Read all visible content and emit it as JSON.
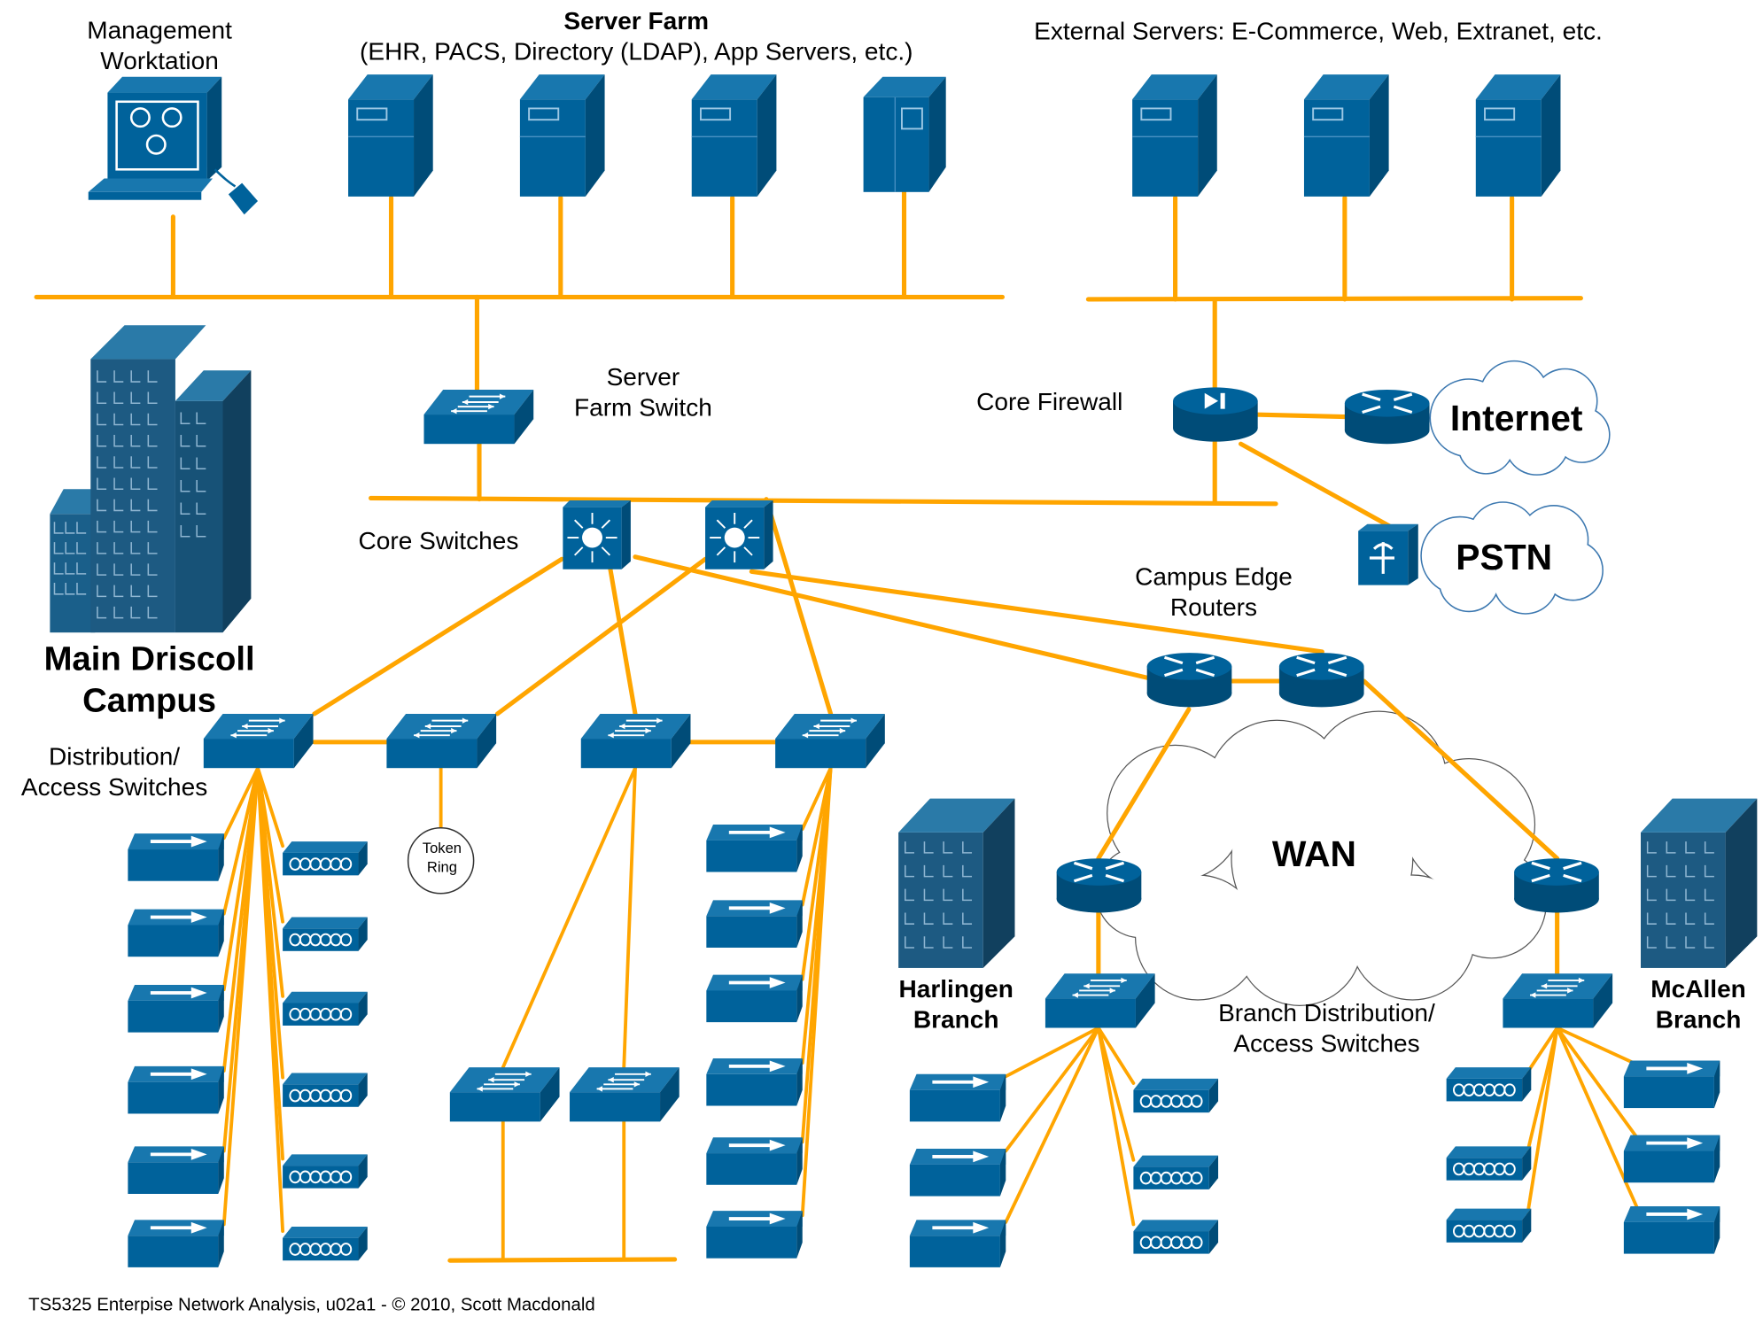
{
  "colors": {
    "device": "#00629B",
    "device_dark": "#004C78",
    "device_top": "#1877AE",
    "link": "#FFA500",
    "cloud_stroke": "#3C78B0",
    "wan_stroke": "#555555"
  },
  "labels": {
    "mgmt_line1": "Management",
    "mgmt_line2": "Worktation",
    "server_farm_title": "Server Farm",
    "server_farm_sub": "(EHR, PACS, Directory (LDAP), App Servers, etc.)",
    "external_servers": "External Servers: E-Commerce, Web, Extranet, etc.",
    "sfs_line1": "Server",
    "sfs_line2": "Farm Switch",
    "core_firewall": "Core Firewall",
    "internet": "Internet",
    "pstn": "PSTN",
    "core_switches": "Core Switches",
    "edge_line1": "Campus Edge",
    "edge_line2": "Routers",
    "main_line1": "Main Driscoll",
    "main_line2": "Campus",
    "dist_line1": "Distribution/",
    "dist_line2": "Access Switches",
    "token_line1": "Token",
    "token_line2": "Ring",
    "wan": "WAN",
    "harl_line1": "Harlingen",
    "harl_line2": "Branch",
    "bdist_line1": "Branch Distribution/",
    "bdist_line2": "Access Switches",
    "mca_line1": "McAllen",
    "mca_line2": "Branch",
    "footer": "TS5325 Enterpise Network Analysis, u02a1 - © 2010, Scott Macdonald"
  },
  "icons": {
    "server": "server-tower-icon",
    "workstation": "workstation-icon",
    "switch": "workgroup-switch-icon",
    "core_switch": "multilayer-switch-icon",
    "router": "router-icon",
    "firewall": "firewall-icon",
    "access_switch": "access-switch-icon",
    "hub": "hub-icon",
    "pstn_switch": "pstn-switch-icon",
    "building": "building-icon",
    "cloud": "cloud-icon",
    "token_ring": "token-ring-icon"
  }
}
